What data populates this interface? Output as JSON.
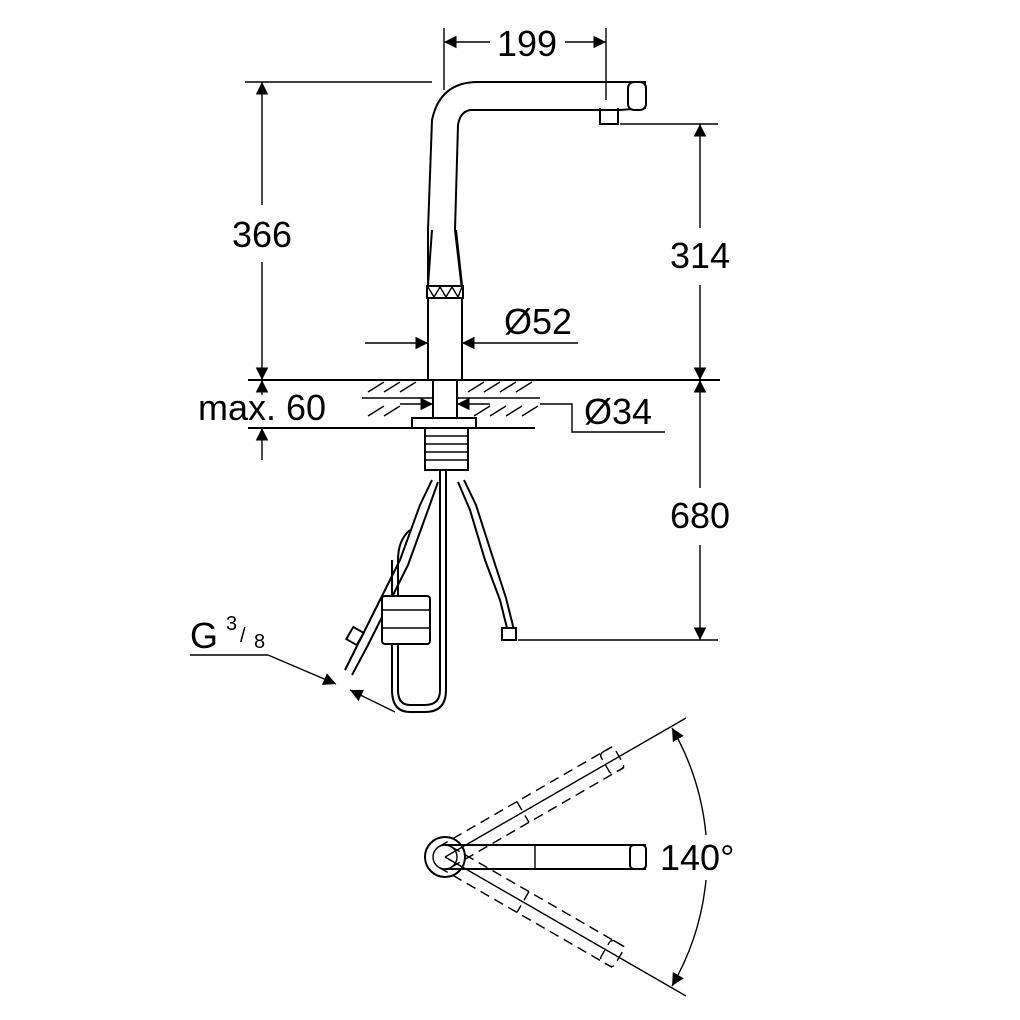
{
  "dimensions": {
    "reach": "199",
    "total_height": "366",
    "spout_height": "314",
    "base_diameter": "Ø52",
    "hole_diameter": "Ø34",
    "max_thickness": "max. 60",
    "hose_length": "680",
    "thread_prefix": "G",
    "thread_num": "3",
    "thread_den": "8",
    "swivel_angle": "140°"
  },
  "colors": {
    "line": "#000000",
    "background": "#ffffff"
  }
}
